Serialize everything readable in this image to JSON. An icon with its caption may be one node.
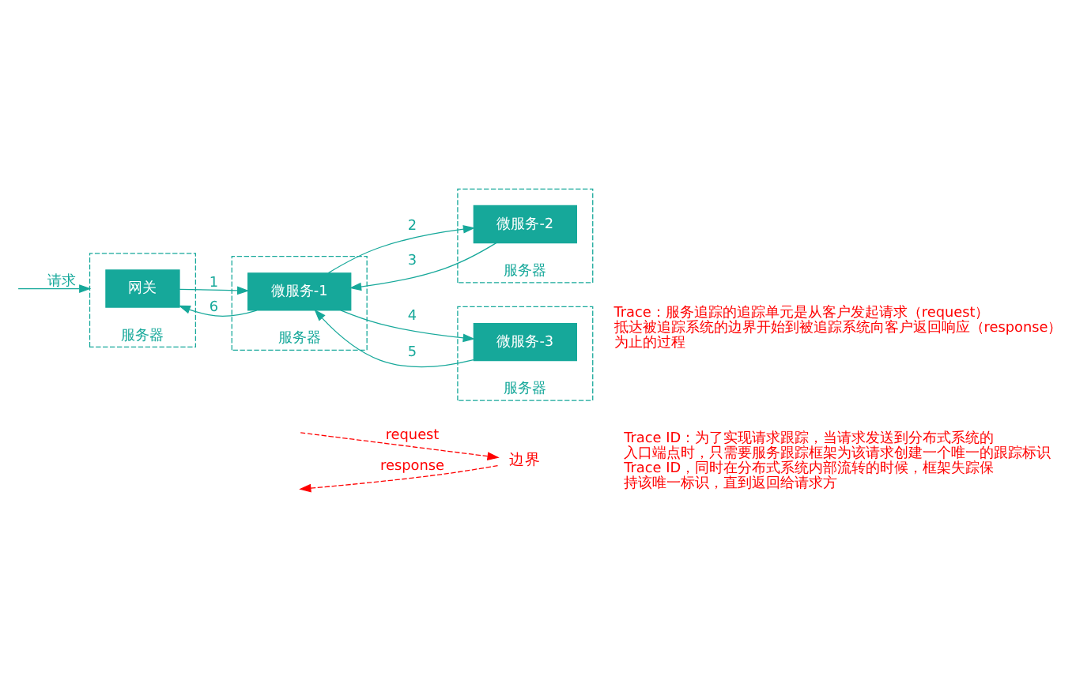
{
  "diagram": {
    "nodes": [
      {
        "text": [
          "边界"
        ]
      },
      {
        "text": [
          "服务器"
        ]
      },
      {
        "text": [
          "网关"
        ],
        "in": 1
      },
      {
        "text": [
          "服务器"
        ]
      },
      {
        "text": [
          "微服务-1"
        ],
        "in": 3
      },
      {
        "text": [
          "服务器"
        ]
      },
      {
        "text": [
          "微服务-2"
        ],
        "in": 5
      },
      {
        "text": [
          "服务器"
        ]
      },
      {
        "text": [
          "微服务-3"
        ],
        "in": 7
      }
    ],
    "edges": [
      {
        "from": null,
        "to": 0,
        "arrow": "to",
        "label": "request",
        "style": "dashed",
        "color": "#ff0000"
      },
      {
        "from": 0,
        "to": null,
        "arrow": "to",
        "label": "response",
        "style": "dashed",
        "color": "#ff0000"
      },
      {
        "from": null,
        "to": 1,
        "arrow": "to",
        "label": "请求"
      },
      {
        "from": 2,
        "to": 4,
        "arrow": "to",
        "label": "1"
      },
      {
        "from": 4,
        "to": 2,
        "arrow": "to",
        "label": "6"
      },
      {
        "from": 4,
        "to": 6,
        "arrow": "to",
        "label": "2"
      },
      {
        "from": 6,
        "to": 4,
        "arrow": "to",
        "label": "3"
      },
      {
        "from": 4,
        "to": 8,
        "arrow": "to",
        "label": "4"
      },
      {
        "from": 8,
        "to": 4,
        "arrow": "to",
        "label": "5"
      }
    ],
    "labels": [
      "Trace：服务追踪的追踪单元是从客户发起请求（request）抵达被追踪系统的边界开始到被追踪系统向客户返回响应（response）为止的过程",
      "Trace ID：为了实现请求跟踪，当请求发送到分布式系统的入口端点时，只需要服务跟踪框架为该请求创建一个唯一的跟踪标识Trace ID，同时在分布式系统内部流转的时候，框架失踪保持该唯一标识，直到返回给请求方"
    ]
  }
}
